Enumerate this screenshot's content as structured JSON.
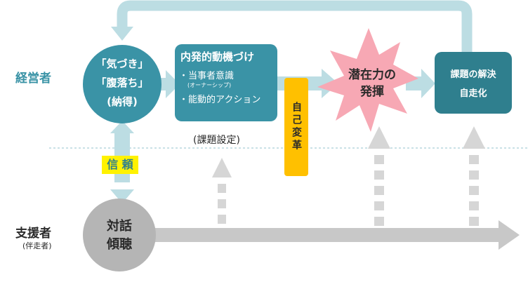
{
  "roles": {
    "manager": "経営者",
    "supporter": "支援者",
    "supporter_sub": "(伴走者)"
  },
  "top_circle": {
    "line1": "「気づき」",
    "line2": "「腹落ち」",
    "line3": "(納得)"
  },
  "trust_label": "信 頼",
  "bottom_circle": {
    "line1": "対話",
    "line2": "傾聴"
  },
  "motivation_box": {
    "title": "内発的動機づけ",
    "item1": "・当事者意識",
    "item1_sub": "(オーナーシップ)",
    "item2": "・能動的アクション"
  },
  "task_setting": "(課題設定)",
  "self_reform": "自己変革",
  "potential": {
    "line1": "潜在力の",
    "line2": "発揮"
  },
  "solution_box": {
    "line1": "課題の解決",
    "line2": "自走化"
  },
  "colors": {
    "teal": "#3a93a6",
    "dark_teal": "#2f7f8e",
    "light_teal": "#bcdde3",
    "gray": "#b5b5b5",
    "yellow": "#fff200",
    "orange": "#ffc000",
    "burst": "#f7a8b4",
    "dark_text": "#2a2a2a"
  }
}
